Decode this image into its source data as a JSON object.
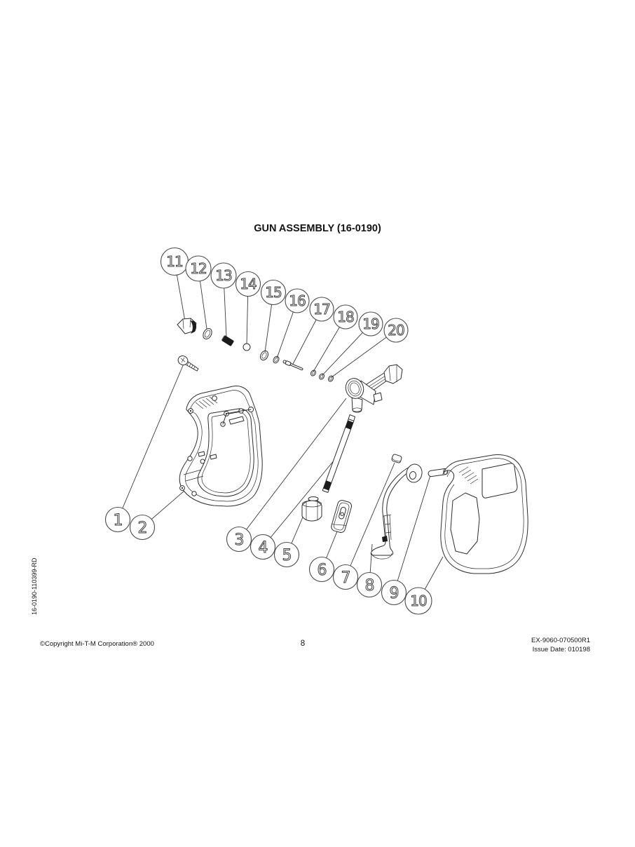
{
  "page": {
    "title": "GUN ASSEMBLY (16-0190)",
    "side_code": "16-0190-110399-RD",
    "footer": {
      "copyright": "©Copyright Mi-T-M Corporation® 2000",
      "page_number": "8",
      "doc_code": "EX-9060-070500R1",
      "issue_date": "Issue Date: 010198"
    }
  },
  "diagram": {
    "type": "exploded-parts-diagram",
    "ink_color": "#2e2e2e",
    "callout_numbers": [
      "1",
      "2",
      "3",
      "4",
      "5",
      "6",
      "7",
      "8",
      "9",
      "10",
      "11",
      "12",
      "13",
      "14",
      "15",
      "16",
      "17",
      "18",
      "19",
      "20"
    ]
  }
}
